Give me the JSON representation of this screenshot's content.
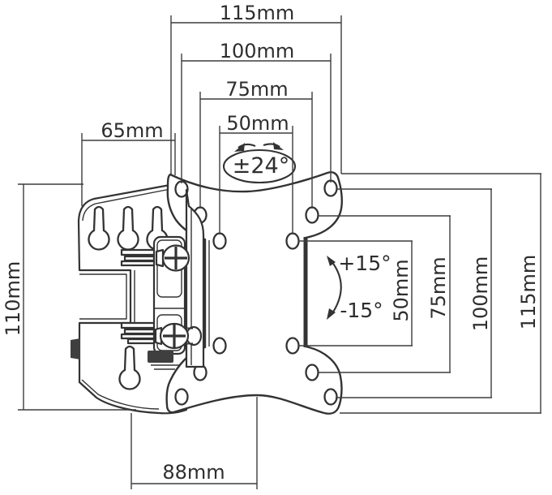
{
  "diagram": {
    "background_color": "#ffffff",
    "line_color": "#333333",
    "dim_labels": {
      "top_115": "115mm",
      "top_100": "100mm",
      "top_75": "75mm",
      "top_50": "50mm",
      "left_65": "65mm",
      "left_110": "110mm",
      "right_50": "50mm",
      "right_75": "75mm",
      "right_100": "100mm",
      "right_115": "115mm",
      "bottom_88": "88mm"
    },
    "angle_labels": {
      "swivel_range": "±24°",
      "tilt_up": "+15°",
      "tilt_down": "-15°"
    }
  }
}
